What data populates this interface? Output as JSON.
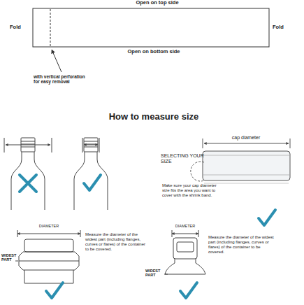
{
  "diagram": {
    "title": "How to measure size",
    "labels": [
      "Open on top side",
      "Fold",
      "Fold",
      "Open on bottom side",
      "with vertical perforation for easy removal",
      "SELECTING YOUR SIZE",
      "cap diameter",
      "Make sure your cap diameter size fits the area you want to cover with the shrink band.",
      "DIAMETER",
      "WIDEST PART",
      "Measure the diameter of the widest part (including flanges, curves or flares) of the container to be covered.",
      "DIAMETER",
      "WIDEST PART",
      "Measure the diameter of the widest part (including flanges, curves or flares) of the container to be covered."
    ]
  }
}
